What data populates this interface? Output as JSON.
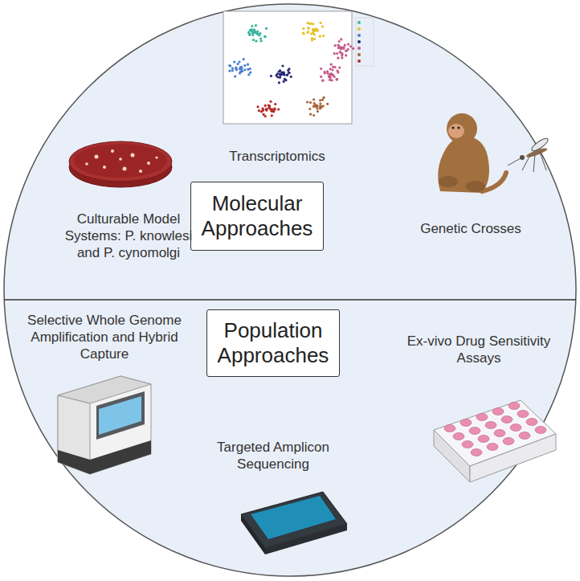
{
  "diagram": {
    "nodes": [
      {
        "text": [
          "Molecular Approaches"
        ]
      },
      {
        "text": [
          "Population Approaches"
        ]
      }
    ],
    "labels": [
      "Transcriptomics",
      "Culturable Model Systems: P. knowlesi and P. cynomolgi",
      "Genetic Crosses",
      "Selective Whole Genome Amplification and Hybrid Capture",
      "Ex-vivo Drug Sensitivity Assays",
      "Targeted Amplicon Sequencing"
    ]
  }
}
